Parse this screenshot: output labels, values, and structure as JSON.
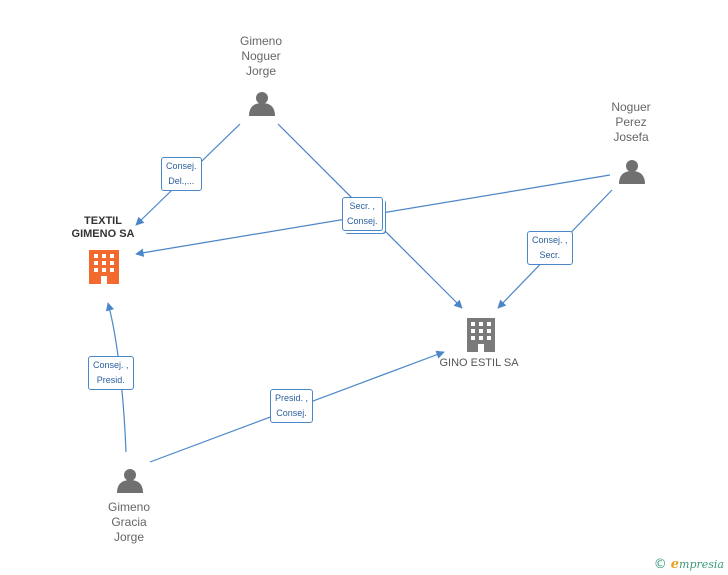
{
  "people": [
    {
      "id": "gimeno-noguer-jorge",
      "lines": [
        "Gimeno",
        "Noguer",
        "Jorge"
      ]
    },
    {
      "id": "noguer-perez-josefa",
      "lines": [
        "Noguer",
        "Perez",
        "Josefa"
      ]
    },
    {
      "id": "gimeno-gracia-jorge",
      "lines": [
        "Gimeno",
        "Gracia",
        "Jorge"
      ]
    }
  ],
  "companies": [
    {
      "id": "textil-gimeno-sa",
      "lines": [
        "TEXTIL",
        "GIMENO SA"
      ],
      "color": "#f26a2e"
    },
    {
      "id": "gino-estil-sa",
      "lines": [
        "GINO ESTIL SA"
      ],
      "color": "#7a7a7a"
    }
  ],
  "relations": [
    {
      "id": "rel-consej-del",
      "lines": [
        "Consej.",
        "Del.,..."
      ]
    },
    {
      "id": "rel-secr-consej",
      "lines": [
        "Secr. ,",
        "Consej."
      ]
    },
    {
      "id": "rel-consej-secr",
      "lines": [
        "Consej. ,",
        "Secr."
      ]
    },
    {
      "id": "rel-consej-presid",
      "lines": [
        "Consej. ,",
        "Presid."
      ]
    },
    {
      "id": "rel-presid-consej",
      "lines": [
        "Presid. ,",
        "Consej."
      ]
    }
  ],
  "colors": {
    "edge": "#4a86c8",
    "person": "#707070",
    "company_main": "#f26a2e",
    "company_other": "#7a7a7a"
  },
  "footer": {
    "copyright": "©",
    "brand_initial": "e",
    "brand_rest": "mpresia"
  }
}
